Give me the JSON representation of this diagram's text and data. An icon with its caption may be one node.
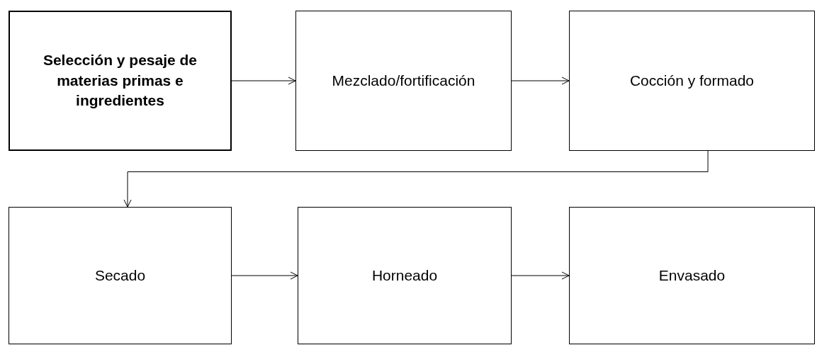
{
  "diagram": {
    "nodes": [
      {
        "text": [
          "Selección y pesaje de materias primas e ingredientes"
        ]
      },
      {
        "text": [
          "Mezclado/fortificación"
        ]
      },
      {
        "text": [
          "Cocción y formado"
        ]
      },
      {
        "text": [
          "Secado"
        ]
      },
      {
        "text": [
          "Horneado"
        ]
      },
      {
        "text": [
          "Envasado"
        ]
      }
    ],
    "edges": [
      {
        "from": 0,
        "to": 1,
        "arrow": "to"
      },
      {
        "from": 1,
        "to": 2,
        "arrow": "to"
      },
      {
        "from": 2,
        "to": 3,
        "arrow": "to"
      },
      {
        "from": 3,
        "to": 4,
        "arrow": "to"
      },
      {
        "from": 4,
        "to": 5,
        "arrow": "to"
      }
    ]
  }
}
